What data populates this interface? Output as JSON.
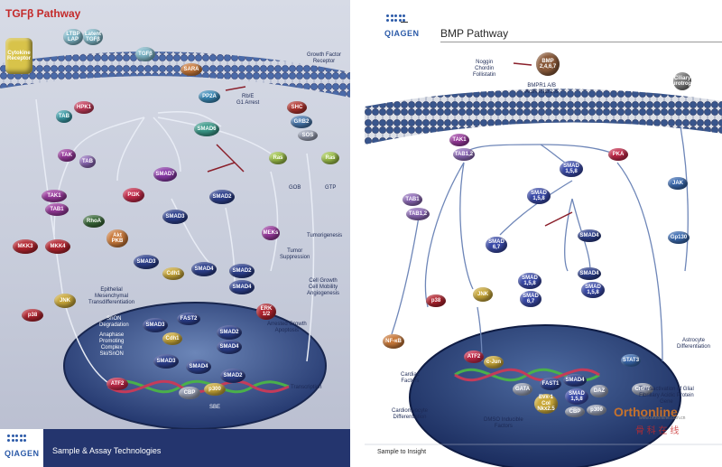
{
  "left_panel": {
    "title": "TGFβ Pathway",
    "footer": "Sample & Assay Technologies",
    "logo": "QIAGEN",
    "nodes": [
      {
        "id": "cytokine",
        "label": "Cytokine\nReceptor",
        "color": "#d8c34a"
      },
      {
        "id": "ltbp",
        "label": "LTBP\nLAP",
        "color": "#7fb7c8"
      },
      {
        "id": "latent",
        "label": "Latent\nTGFβ",
        "color": "#7fb7c8"
      },
      {
        "id": "tgfb",
        "label": "TGFβ",
        "color": "#7fb7c8"
      },
      {
        "id": "smurf",
        "label": "SARA",
        "color": "#c9793a"
      },
      {
        "id": "hpk1",
        "label": "HPK1",
        "color": "#c43b5a"
      },
      {
        "id": "tab",
        "label": "TAB",
        "color": "#3a9ca8"
      },
      {
        "id": "tak",
        "label": "TAK",
        "color": "#9a3a9e"
      },
      {
        "id": "tab2",
        "label": "TAB",
        "color": "#8e6ab8"
      },
      {
        "id": "smad6",
        "label": "SMAD6",
        "color": "#3b9a8a"
      },
      {
        "id": "pp2a",
        "label": "PP2A",
        "color": "#3a8ab8"
      },
      {
        "id": "shc",
        "label": "SHC",
        "color": "#b2342f"
      },
      {
        "id": "grb2",
        "label": "GRB2",
        "color": "#4a7ab0"
      },
      {
        "id": "sos",
        "label": "SOS",
        "color": "#9aa1b5"
      },
      {
        "id": "ras1",
        "label": "Ras",
        "color": "#9ec24a"
      },
      {
        "id": "ras2",
        "label": "Ras",
        "color": "#9ec24a"
      },
      {
        "id": "smad7",
        "label": "SMAD7",
        "color": "#8a3aa8"
      },
      {
        "id": "smad2a",
        "label": "SMAD2",
        "color": "#2c3f8c"
      },
      {
        "id": "smad3a",
        "label": "SMAD3",
        "color": "#2c3f8c"
      },
      {
        "id": "pi3k",
        "label": "PI3K",
        "color": "#c42a4a"
      },
      {
        "id": "tak1",
        "label": "TAK1",
        "color": "#9a3a9e"
      },
      {
        "id": "tab1",
        "label": "TAB1",
        "color": "#9a3a9e"
      },
      {
        "id": "rhoa",
        "label": "RhoA",
        "color": "#3a6a3a"
      },
      {
        "id": "akt",
        "label": "Akt\nPKB",
        "color": "#c9793a"
      },
      {
        "id": "mkk3",
        "label": "MKK3",
        "color": "#b2242f"
      },
      {
        "id": "mkk4",
        "label": "MKK4",
        "color": "#b2242f"
      },
      {
        "id": "smad3b",
        "label": "SMAD3",
        "color": "#2c3f8c"
      },
      {
        "id": "cdh1",
        "label": "Cdh1",
        "color": "#c9a83a"
      },
      {
        "id": "smad4a",
        "label": "SMAD4",
        "color": "#2c3f8c"
      },
      {
        "id": "smad2b",
        "label": "SMAD2",
        "color": "#2c3f8c"
      },
      {
        "id": "smad4b",
        "label": "SMAD4",
        "color": "#2c3f8c"
      },
      {
        "id": "mekk",
        "label": "MEKs",
        "color": "#9a3a9e"
      },
      {
        "id": "jnk",
        "label": "JNK",
        "color": "#c9a83a"
      },
      {
        "id": "p38",
        "label": "p38",
        "color": "#b2242f"
      },
      {
        "id": "erk",
        "label": "ERK\n1/2",
        "color": "#b2242f"
      },
      {
        "id": "smad3c",
        "label": "SMAD3",
        "color": "#2c3f8c"
      },
      {
        "id": "fast2",
        "label": "FAST2",
        "color": "#2c3f8c"
      },
      {
        "id": "cdh1b",
        "label": "Cdh1",
        "color": "#c9a83a"
      },
      {
        "id": "smad2c",
        "label": "SMAD2",
        "color": "#2c3f8c"
      },
      {
        "id": "smad4c",
        "label": "SMAD4",
        "color": "#2c3f8c"
      },
      {
        "id": "smad3d",
        "label": "SMAD3",
        "color": "#2c3f8c"
      },
      {
        "id": "smad4d",
        "label": "SMAD4",
        "color": "#2c3f8c"
      },
      {
        "id": "smad2d",
        "label": "SMAD2",
        "color": "#2c3f8c"
      },
      {
        "id": "atf2",
        "label": "ATF2",
        "color": "#c42a4a"
      },
      {
        "id": "cbp",
        "label": "CBP",
        "color": "#9aa1b5"
      },
      {
        "id": "p300",
        "label": "p300",
        "color": "#c9a83a"
      }
    ],
    "texts": [
      {
        "id": "rb",
        "text": "Rb/E\nG1 Arrest"
      },
      {
        "id": "gob",
        "text": "GOB"
      },
      {
        "id": "gtp",
        "text": "GTP"
      },
      {
        "id": "tumor",
        "text": "Tumor\nSuppression"
      },
      {
        "id": "tumorigenesis",
        "text": "Tumorigenesis"
      },
      {
        "id": "growth",
        "text": "Cell Growth\nCell Mobility\nAngiogenesis"
      },
      {
        "id": "arrested",
        "text": "Arrested Growth\nApoptosis"
      },
      {
        "id": "emt",
        "text": "Epithelial\nMesenchymal\nTransdifferentiation"
      },
      {
        "id": "snon",
        "text": "SnON\nDegradation"
      },
      {
        "id": "apc",
        "text": "Anaphase\nPromoting\nComplex\nSki/SnON"
      },
      {
        "id": "sbe",
        "text": "SBE"
      },
      {
        "id": "transcription",
        "text": "Transcription"
      },
      {
        "id": "growth_factor",
        "text": "Growth Factor\nReceptor"
      }
    ]
  },
  "right_panel": {
    "title": "BMP Pathway",
    "logo": "QIAGEN",
    "footer": "Sample to Insight",
    "nodes": [
      {
        "id": "bmp",
        "label": "BMP\n2,4,6,7",
        "color": "#8a5a3a"
      },
      {
        "id": "tak1r",
        "label": "TAK1",
        "color": "#9a3a9e"
      },
      {
        "id": "tab1r",
        "label": "TAB1,2",
        "color": "#8e6ab8"
      },
      {
        "id": "smad158",
        "label": "SMAD\n1,5,8",
        "color": "#3a4aa8"
      },
      {
        "id": "pka",
        "label": "PKA",
        "color": "#c42a4a"
      },
      {
        "id": "creb",
        "label": "CREB",
        "color": "#9aa1b5"
      },
      {
        "id": "tab1r2",
        "label": "TAB1",
        "color": "#8e6ab8"
      },
      {
        "id": "tab2r",
        "label": "TAB1,2",
        "color": "#8e6ab8"
      },
      {
        "id": "smad158b",
        "label": "SMAD\n1,5,8",
        "color": "#3a4aa8"
      },
      {
        "id": "smad67",
        "label": "SMAD\n6,7",
        "color": "#3a4aa8"
      },
      {
        "id": "smad4r",
        "label": "SMAD4",
        "color": "#2c3f8c"
      },
      {
        "id": "smad158c",
        "label": "SMAD\n1,5,8",
        "color": "#3a4aa8"
      },
      {
        "id": "smad67b",
        "label": "SMAD\n6,7",
        "color": "#3a4aa8"
      },
      {
        "id": "smad4r2",
        "label": "SMAD4",
        "color": "#2c3f8c"
      },
      {
        "id": "smad158d",
        "label": "SMAD\n1,5,8",
        "color": "#3a4aa8"
      },
      {
        "id": "p38r",
        "label": "p38",
        "color": "#b2242f"
      },
      {
        "id": "jnkr",
        "label": "JNK",
        "color": "#c9a83a"
      },
      {
        "id": "nfkb",
        "label": "NF-κB",
        "color": "#c9793a"
      },
      {
        "id": "atf2r",
        "label": "ATF2",
        "color": "#c42a4a"
      },
      {
        "id": "cjun",
        "label": "c-Jun",
        "color": "#c9a83a"
      },
      {
        "id": "gata",
        "label": "GATA",
        "color": "#9aa1b5"
      },
      {
        "id": "fast1",
        "label": "FAST1",
        "color": "#2c3f8c"
      },
      {
        "id": "smad4r3",
        "label": "SMAD4",
        "color": "#2c3f8c"
      },
      {
        "id": "smad158e",
        "label": "SMAD\n1,5,8",
        "color": "#3a4aa8"
      },
      {
        "id": "daz",
        "label": "DAZ",
        "color": "#9aa1b5"
      },
      {
        "id": "stat3",
        "label": "STAT3",
        "color": "#3a6ab0"
      },
      {
        "id": "cbpr",
        "label": "CBP",
        "color": "#9aa1b5"
      },
      {
        "id": "p300r",
        "label": "p300",
        "color": "#9aa1b5"
      },
      {
        "id": "nkx",
        "label": "Evx-1\nCol\nNkx2.5",
        "color": "#c9a83a"
      },
      {
        "id": "ciliary",
        "label": "Ciliary\nNeurotrophic",
        "color": "#7a7a7a"
      },
      {
        "id": "jak",
        "label": "JAK",
        "color": "#3a6ab0"
      },
      {
        "id": "gp130",
        "label": "Gp130",
        "color": "#3a6ab0"
      }
    ],
    "texts": [
      {
        "id": "noggin",
        "text": "Noggin\nChordin\nFollistatin"
      },
      {
        "id": "bmpr",
        "text": "BMPR1 A/B\nActR II,IIb,1,6"
      },
      {
        "id": "cardiac",
        "text": "Cardiac\nFactors"
      },
      {
        "id": "cardio",
        "text": "Cardiomyocyte\nDifferentiation"
      },
      {
        "id": "dmso",
        "text": "DMSO Inducible\nFactors"
      },
      {
        "id": "astro",
        "text": "Astrocyte\nDifferentiation"
      },
      {
        "id": "gfap",
        "text": "Transactivation of Glial\nFibrillary Acidic Protein\nGene"
      }
    ],
    "watermark": "Orthonline",
    "watermark_sub": "骨 科 在 线",
    "watermark_url": "www.orthonline.com.cn"
  }
}
